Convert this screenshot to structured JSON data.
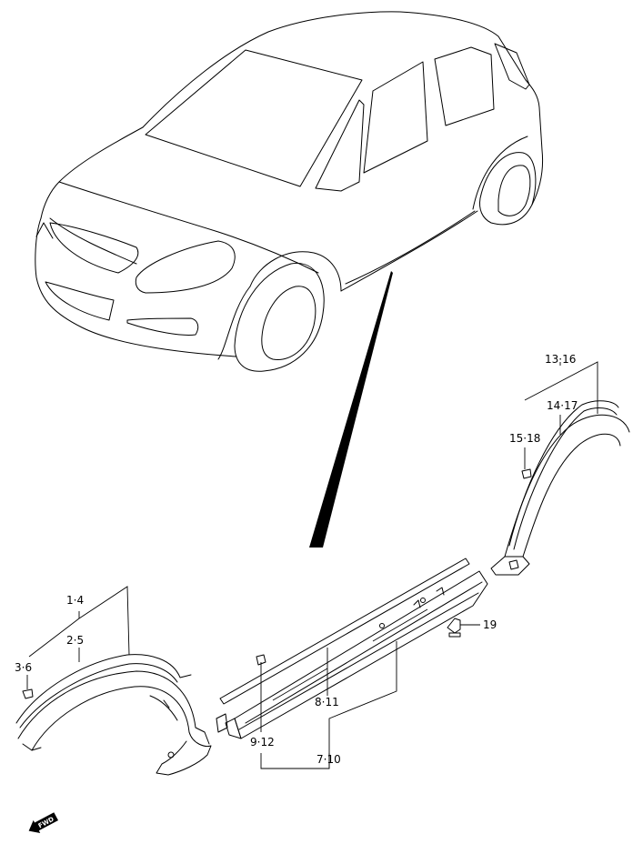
{
  "callouts": {
    "c1_4": "1·4",
    "c2_5": "2·5",
    "c3_6": "3·6",
    "c7_10": "7·10",
    "c8_11": "8·11",
    "c9_12": "9·12",
    "c13_16": "13·16",
    "c14_17": "14·17",
    "c15_18": "15·18",
    "c19": "19"
  },
  "badge": {
    "fwd": "FWD"
  }
}
